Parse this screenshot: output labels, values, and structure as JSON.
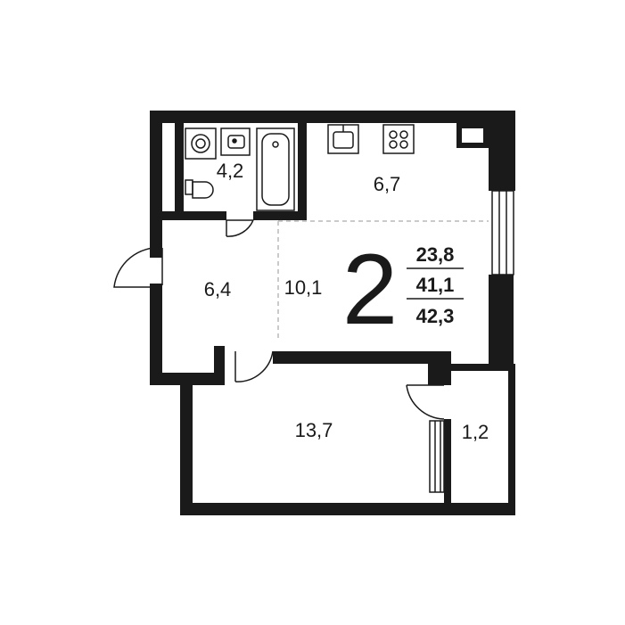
{
  "rooms": {
    "bathroom": "4,2",
    "kitchen": "6,7",
    "hallway": "6,4",
    "living": "10,1",
    "bedroom": "13,7",
    "balcony": "1,2"
  },
  "apartment": {
    "room_count": "2",
    "living_area": "23,8",
    "total_area": "41,1",
    "total_area_with_balcony": "42,3"
  },
  "colors": {
    "wall": "#1a1a1a",
    "dashed_divider": "#b8b8b8",
    "background": "#ffffff"
  }
}
